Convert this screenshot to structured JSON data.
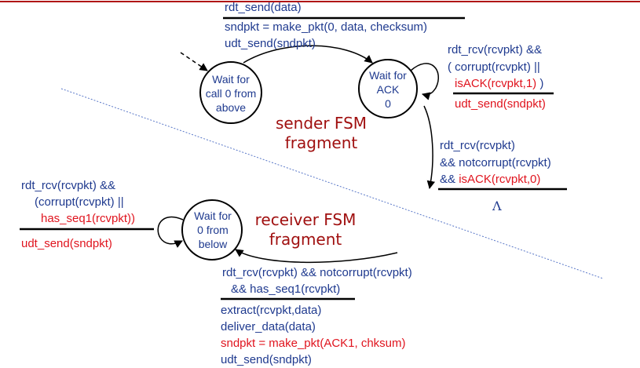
{
  "sender": {
    "states": {
      "wait_call0": [
        "Wait for",
        "call 0 from",
        "above"
      ],
      "wait_ack0": [
        "Wait for",
        "ACK",
        "0"
      ]
    },
    "transition_send": {
      "event": "rdt_send(data)",
      "actions": [
        "sndpkt = make_pkt(0, data, checksum)",
        "udt_send(sndpkt)"
      ]
    },
    "transition_resend": {
      "event": [
        "rdt_rcv(rcvpkt) &&",
        "( corrupt(rcvpkt) ||",
        "isACK(rcvpkt,1)",
        ")"
      ],
      "action": "udt_send(sndpkt)"
    },
    "transition_ack": {
      "event": [
        "rdt_rcv(rcvpkt)",
        "&& notcorrupt(rcvpkt)",
        "&& ",
        "isACK(rcvpkt,0)"
      ],
      "action": "Λ"
    },
    "label": [
      "sender FSM",
      "fragment"
    ]
  },
  "receiver": {
    "state": [
      "Wait for",
      "0 from",
      "below"
    ],
    "transition_self": {
      "event": [
        "rdt_rcv(rcvpkt) &&",
        "(corrupt(rcvpkt) ||",
        "has_seq1(rcvpkt))"
      ],
      "action": "udt_send(sndpkt)"
    },
    "transition_deliver": {
      "event": [
        "rdt_rcv(rcvpkt) && notcorrupt(rcvpkt)",
        "&& has_seq1(rcvpkt)"
      ],
      "actions": [
        "extract(rcvpkt,data)",
        "deliver_data(data)",
        "sndpkt = make_pkt(ACK1, chksum)",
        "udt_send(sndpkt)"
      ]
    },
    "label": [
      "receiver FSM",
      "fragment"
    ]
  },
  "colors": {
    "text_blue": "#1f3a8f",
    "text_red": "#e0141e",
    "title_red": "#a01010",
    "top_rule": "#b01515",
    "divider": "#5a78c8"
  }
}
